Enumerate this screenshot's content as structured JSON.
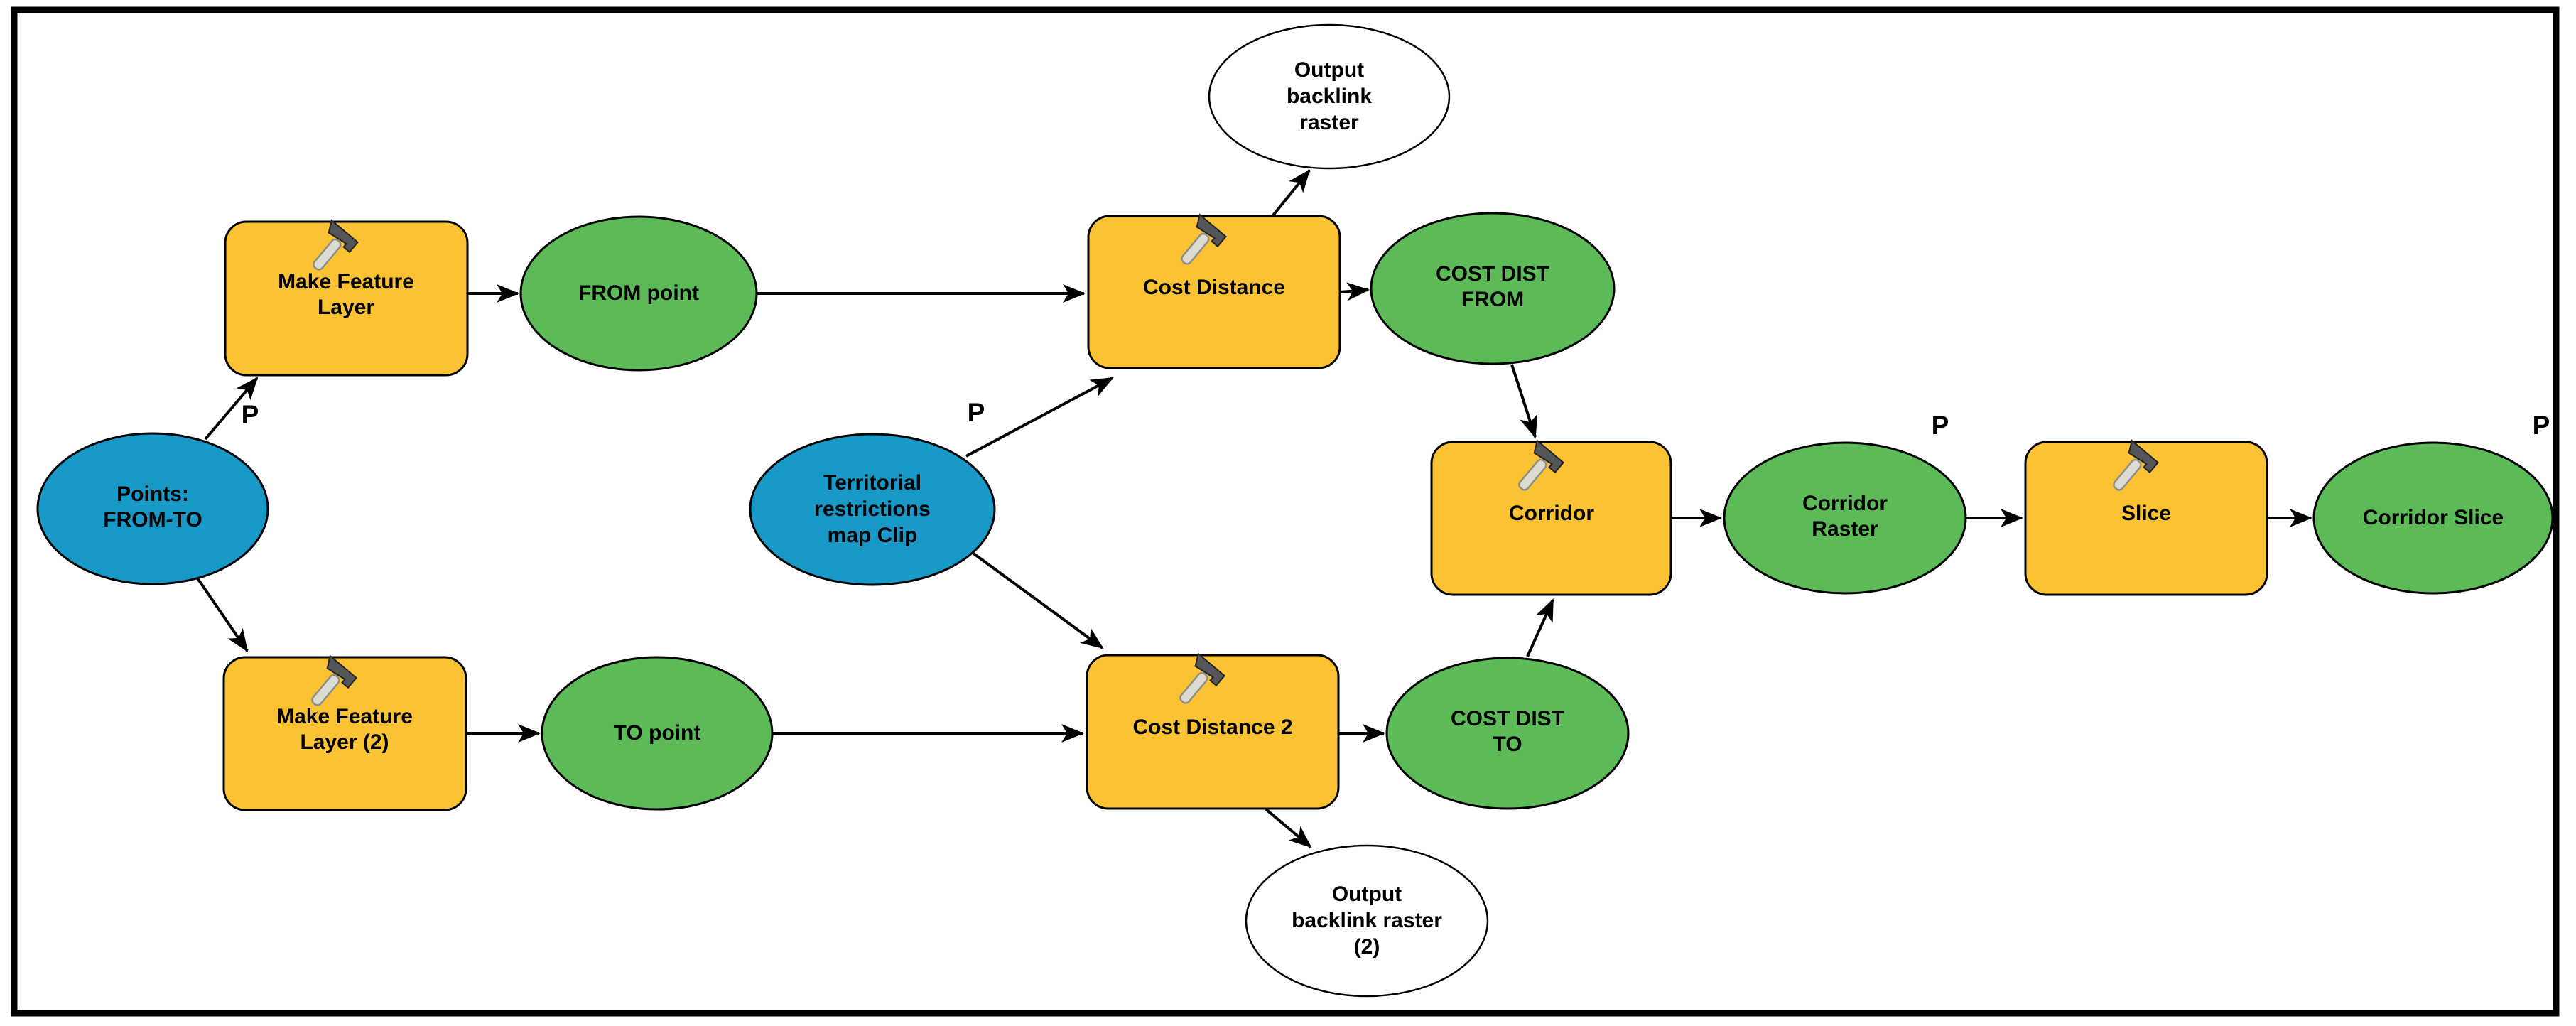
{
  "parameter_label": "P",
  "colors": {
    "input_data_fill": "#1899C8",
    "derived_data_fill": "#5CBB58",
    "tool_fill": "#FBC334",
    "optional_output_fill": "#FFFFFF",
    "stroke": "#000000",
    "background": "#FFFFFF"
  },
  "nodes": {
    "points_from_to": {
      "type": "input-data",
      "parameter": true,
      "lines": [
        "Points:",
        "FROM-TO"
      ]
    },
    "make_feature_layer": {
      "type": "tool",
      "lines": [
        "Make Feature",
        "Layer"
      ]
    },
    "from_point": {
      "type": "derived-data",
      "lines": [
        "FROM point"
      ]
    },
    "cost_distance": {
      "type": "tool",
      "lines": [
        "Cost Distance"
      ]
    },
    "output_backlink_raster": {
      "type": "optional-output",
      "lines": [
        "Output",
        "backlink",
        "raster"
      ]
    },
    "cost_dist_from": {
      "type": "derived-data",
      "lines": [
        "COST DIST",
        "FROM"
      ]
    },
    "territorial_restrictions_map_clip": {
      "type": "input-data",
      "parameter": true,
      "lines": [
        "Territorial",
        "restrictions",
        "map Clip"
      ]
    },
    "make_feature_layer_2": {
      "type": "tool",
      "lines": [
        "Make Feature",
        "Layer (2)"
      ]
    },
    "to_point": {
      "type": "derived-data",
      "lines": [
        "TO point"
      ]
    },
    "cost_distance_2": {
      "type": "tool",
      "lines": [
        "Cost Distance 2"
      ]
    },
    "cost_dist_to": {
      "type": "derived-data",
      "lines": [
        "COST DIST",
        "TO"
      ]
    },
    "output_backlink_raster_2": {
      "type": "optional-output",
      "lines": [
        "Output",
        "backlink raster",
        "(2)"
      ]
    },
    "corridor": {
      "type": "tool",
      "lines": [
        "Corridor"
      ]
    },
    "corridor_raster": {
      "type": "derived-data",
      "parameter": true,
      "lines": [
        "Corridor",
        "Raster"
      ]
    },
    "slice": {
      "type": "tool",
      "lines": [
        "Slice"
      ]
    },
    "corridor_slice": {
      "type": "derived-data",
      "parameter": true,
      "lines": [
        "Corridor Slice"
      ]
    }
  },
  "connections": [
    {
      "from": "points_from_to",
      "to": "make_feature_layer"
    },
    {
      "from": "points_from_to",
      "to": "make_feature_layer_2"
    },
    {
      "from": "make_feature_layer",
      "to": "from_point"
    },
    {
      "from": "from_point",
      "to": "cost_distance"
    },
    {
      "from": "make_feature_layer_2",
      "to": "to_point"
    },
    {
      "from": "to_point",
      "to": "cost_distance_2"
    },
    {
      "from": "territorial_restrictions_map_clip",
      "to": "cost_distance"
    },
    {
      "from": "territorial_restrictions_map_clip",
      "to": "cost_distance_2"
    },
    {
      "from": "cost_distance",
      "to": "output_backlink_raster"
    },
    {
      "from": "cost_distance",
      "to": "cost_dist_from"
    },
    {
      "from": "cost_distance_2",
      "to": "cost_dist_to"
    },
    {
      "from": "cost_distance_2",
      "to": "output_backlink_raster_2"
    },
    {
      "from": "cost_dist_from",
      "to": "corridor"
    },
    {
      "from": "cost_dist_to",
      "to": "corridor"
    },
    {
      "from": "corridor",
      "to": "corridor_raster"
    },
    {
      "from": "corridor_raster",
      "to": "slice"
    },
    {
      "from": "slice",
      "to": "corridor_slice"
    }
  ]
}
